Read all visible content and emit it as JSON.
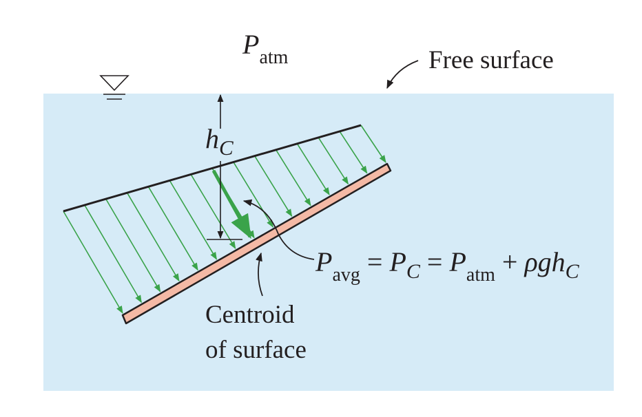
{
  "colors": {
    "water": "#d6ebf7",
    "plate": "#f4b9a5",
    "arrow": "#3aa34a",
    "ink": "#231f20"
  },
  "labels": {
    "p_atm": {
      "symbol": "P",
      "subscript": "atm"
    },
    "free_surface": "Free surface",
    "depth": {
      "symbol": "h",
      "subscript": "C"
    },
    "centroid_line1": "Centroid",
    "centroid_line2": "of surface",
    "equation": {
      "t1": "P",
      "s1": "avg",
      "eq1": " = ",
      "t2": "P",
      "s2": "C",
      "eq2": " = ",
      "t3": "P",
      "s3": "atm",
      "plus": " + ",
      "t4": "ρgh",
      "s4": "C"
    }
  },
  "icons": [
    "free-surface-triangle-icon"
  ]
}
